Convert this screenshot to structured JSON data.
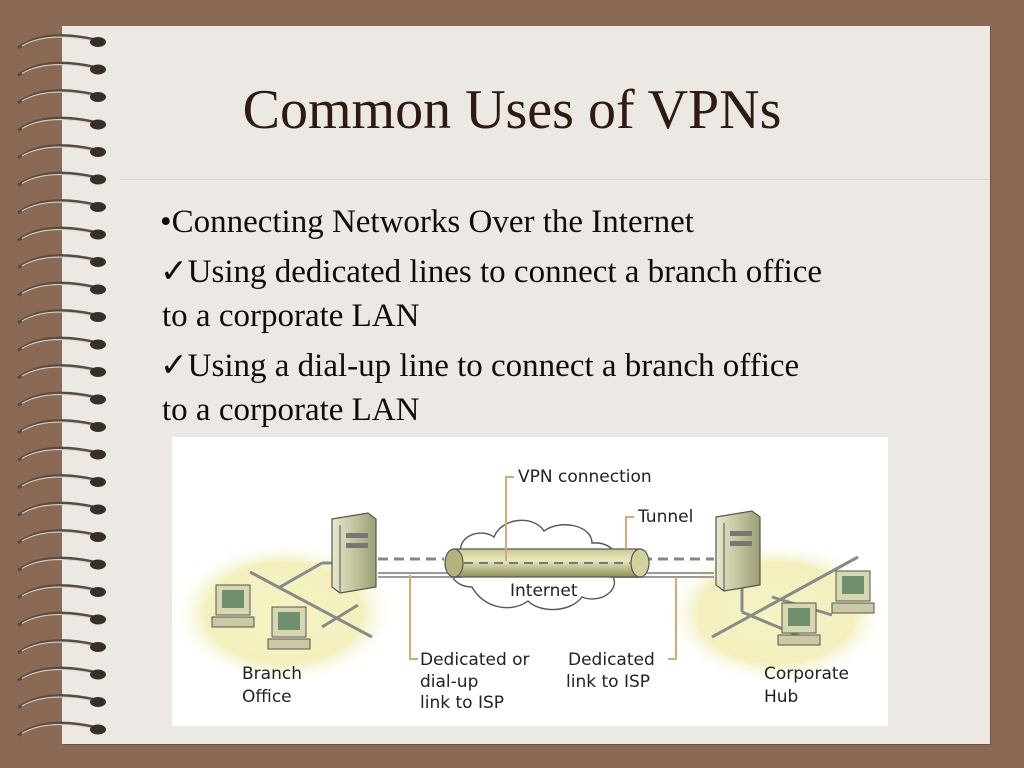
{
  "slide": {
    "title": "Common Uses of VPNs",
    "bullets": [
      {
        "marker": "•",
        "text": "Connecting Networks Over the Internet"
      },
      {
        "marker": "✓",
        "lines": [
          "Using dedicated lines to connect a branch office",
          "to a corporate LAN"
        ]
      },
      {
        "marker": "✓",
        "lines": [
          "Using a dial-up line to connect a branch office",
          "to a corporate LAN"
        ]
      }
    ]
  },
  "diagram": {
    "labels": {
      "vpn_connection": "VPN connection",
      "tunnel": "Tunnel",
      "internet": "Internet",
      "branch_office": [
        "Branch",
        "Office"
      ],
      "dedicated_or_dialup": [
        "Dedicated or",
        "dial-up",
        "link to ISP"
      ],
      "dedicated_link": [
        "Dedicated",
        "link to ISP"
      ],
      "corporate_hub": [
        "Corporate",
        "Hub"
      ]
    }
  },
  "colors": {
    "page": "#ece8e4",
    "border": "#8b6a55",
    "title": "#2e1a10",
    "tunnel": "#a4a469",
    "lan_glow": "#f4f2c0",
    "leader": "#d9a779"
  }
}
